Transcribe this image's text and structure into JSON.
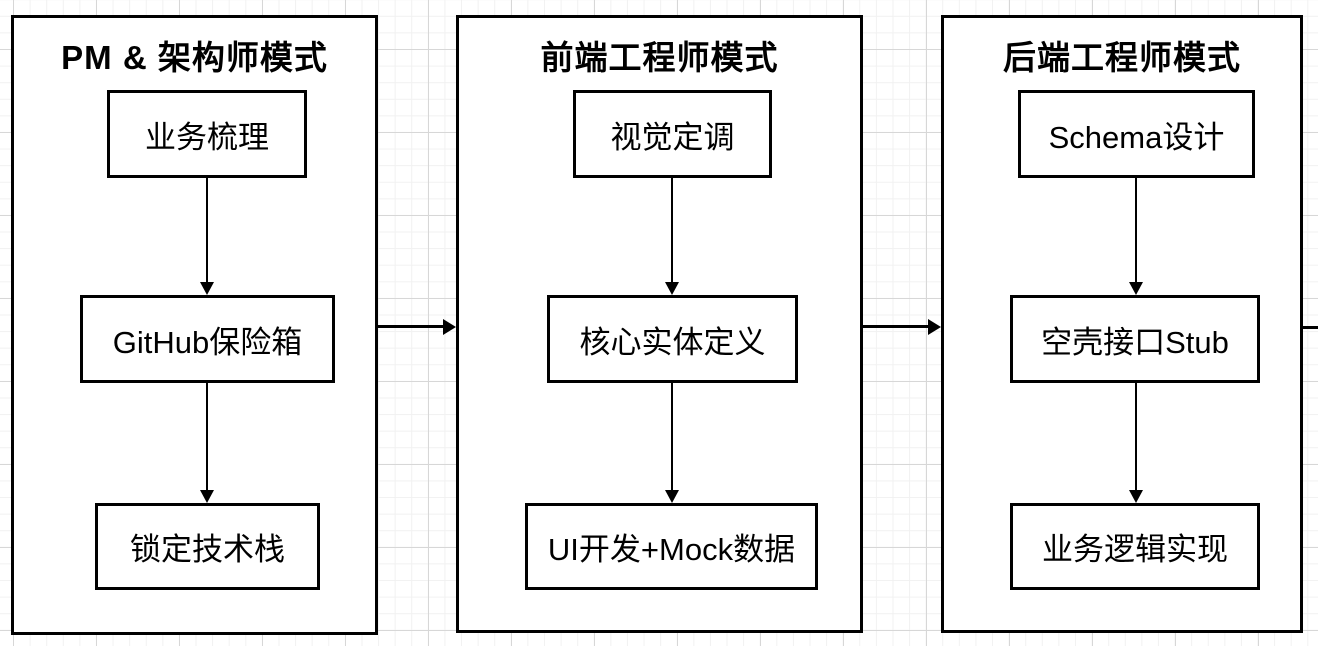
{
  "colors": {
    "stroke": "#000000",
    "fill": "#ffffff",
    "grid_minor": "#f1f1f1",
    "grid_major": "#d7d7d7"
  },
  "panels": [
    {
      "title": "PM & 架构师模式",
      "nodes": [
        {
          "label": "业务梳理"
        },
        {
          "label": "GitHub保险箱"
        },
        {
          "label": "锁定技术栈"
        }
      ]
    },
    {
      "title": "前端工程师模式",
      "nodes": [
        {
          "label": "视觉定调"
        },
        {
          "label": "核心实体定义"
        },
        {
          "label": "UI开发+Mock数据"
        }
      ]
    },
    {
      "title": "后端工程师模式",
      "nodes": [
        {
          "label": "Schema设计"
        },
        {
          "label": "空壳接口Stub"
        },
        {
          "label": "业务逻辑实现"
        }
      ]
    }
  ],
  "connections": [
    {
      "from": "业务梳理",
      "to": "GitHub保险箱",
      "direction": "down"
    },
    {
      "from": "GitHub保险箱",
      "to": "锁定技术栈",
      "direction": "down"
    },
    {
      "from": "视觉定调",
      "to": "核心实体定义",
      "direction": "down"
    },
    {
      "from": "核心实体定义",
      "to": "UI开发+Mock数据",
      "direction": "down"
    },
    {
      "from": "Schema设计",
      "to": "空壳接口Stub",
      "direction": "down"
    },
    {
      "from": "空壳接口Stub",
      "to": "业务逻辑实现",
      "direction": "down"
    },
    {
      "from": "PM & 架构师模式",
      "to": "前端工程师模式",
      "direction": "right"
    },
    {
      "from": "前端工程师模式",
      "to": "后端工程师模式",
      "direction": "right"
    },
    {
      "from": "后端工程师模式",
      "to": "(off-canvas)",
      "direction": "right"
    }
  ]
}
